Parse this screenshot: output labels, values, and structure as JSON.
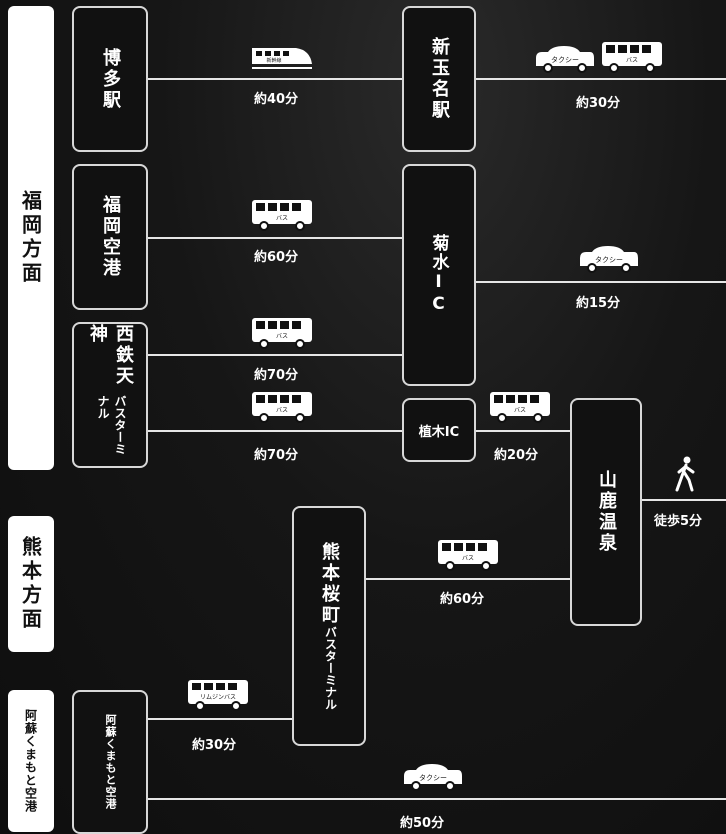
{
  "regions": {
    "fukuoka": "福岡方面",
    "kumamoto": "熊本方面",
    "aso": "阿蘇くまもと空港"
  },
  "nodes": {
    "hakata": "博多駅",
    "fukuoka_airport": "福岡空港",
    "nishitetsu_main": "西鉄天神",
    "nishitetsu_sub": "バスターミナル",
    "shin_tamana": "新玉名駅",
    "kikusui": "菊水IC",
    "ueki": "植木IC",
    "yamaga": "山鹿温泉",
    "kumamoto_main": "熊本桜町",
    "kumamoto_sub": "バスターミナル",
    "aso_airport": "阿蘇くまもと空港"
  },
  "icons": {
    "shinkansen": "新幹線",
    "bus": "バス",
    "taxi": "タクシー",
    "limousine": "リムジンバス"
  },
  "times": {
    "hakata_shintamana": "約40分",
    "shintamana_yamaga": "約30分",
    "airport_kikusui": "約60分",
    "nishitetsu_kikusui": "約70分",
    "kikusui_yamaga": "約15分",
    "nishitetsu_ueki": "約70分",
    "ueki_yamaga": "約20分",
    "walk": "徒歩5分",
    "kumamoto_yamaga": "約60分",
    "aso_kumamoto": "約30分",
    "aso_taxi": "約50分"
  }
}
